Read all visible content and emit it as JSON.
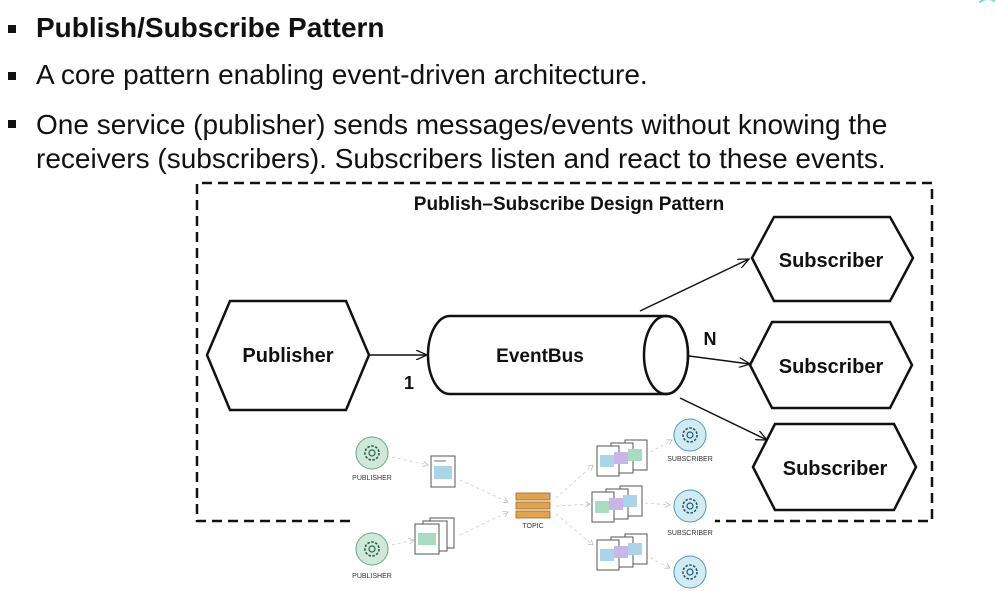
{
  "bullets": [
    {
      "text": "Publish/Subscribe Pattern"
    },
    {
      "text": "A core pattern enabling event-driven architecture."
    },
    {
      "text_line1": "One service (publisher) sends messages/events without knowing the",
      "text_line2": "receivers (subscribers). Subscribers listen and react to these events."
    }
  ],
  "diagram": {
    "title": "Publish–Subscribe Design Pattern",
    "publisher_label": "Publisher",
    "eventbus_label": "EventBus",
    "subscriber_labels": [
      "Subscriber",
      "Subscriber",
      "Subscriber"
    ],
    "multiplicity_publisher": "1",
    "multiplicity_subscribers": "N"
  },
  "mini_diagram": {
    "publisher_label": "PUBLISHER",
    "topic_label": "TOPIC",
    "subscriber_label": "SUBSCRIBER",
    "icon_accent": "#4a9bb5",
    "publisher_icon_fill": "#cfe8da",
    "subscriber_icon_fill": "#d2ebf3",
    "topic_color": "#e2a34c"
  }
}
